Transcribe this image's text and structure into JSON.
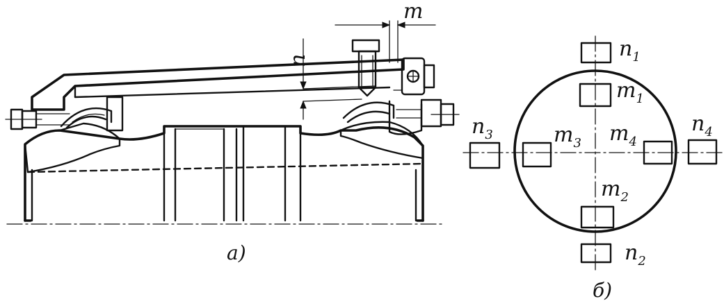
{
  "figure_a": {
    "dimension_labels": {
      "radial": "n",
      "axial": "m"
    },
    "caption": "a)"
  },
  "figure_b": {
    "labels": {
      "n1": {
        "base": "n",
        "sub": "1"
      },
      "m1": {
        "base": "m",
        "sub": "1"
      },
      "n2": {
        "base": "n",
        "sub": "2"
      },
      "m2": {
        "base": "m",
        "sub": "2"
      },
      "n3": {
        "base": "n",
        "sub": "3"
      },
      "m3": {
        "base": "m",
        "sub": "3"
      },
      "n4": {
        "base": "n",
        "sub": "4"
      },
      "m4": {
        "base": "m",
        "sub": "4"
      }
    },
    "caption": "б)"
  },
  "colors": {
    "ink": "#111111",
    "paper": "#ffffff"
  }
}
